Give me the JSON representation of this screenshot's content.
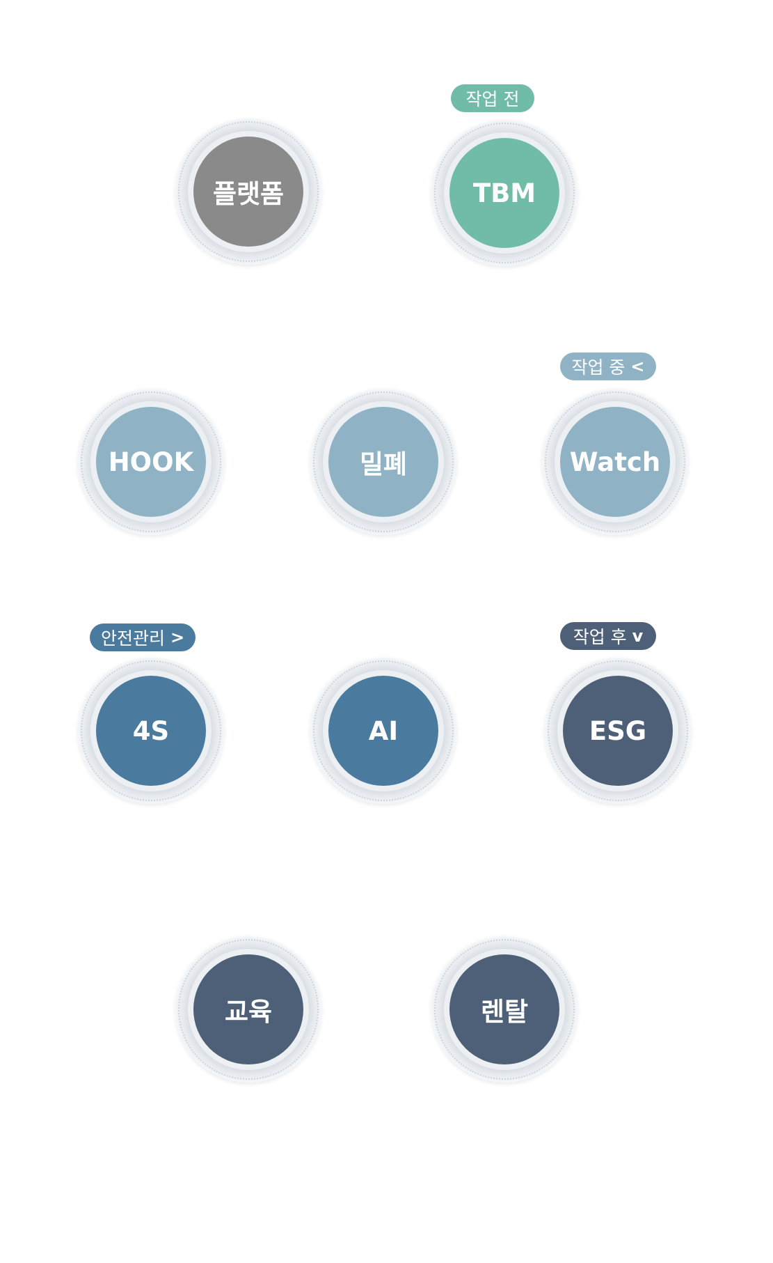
{
  "nodes": {
    "platform": {
      "label": "플랫폼"
    },
    "tbm": {
      "label": "TBM"
    },
    "hook": {
      "label": "HOOK"
    },
    "milpye": {
      "label": "밀폐"
    },
    "watch": {
      "label": "Watch"
    },
    "s4": {
      "label": "4S"
    },
    "ai": {
      "label": "AI"
    },
    "esg": {
      "label": "ESG"
    },
    "education": {
      "label": "교육"
    },
    "rental": {
      "label": "렌탈"
    }
  },
  "tags": {
    "before_work": {
      "label": "작업 전"
    },
    "during_work": {
      "label": "작업 중",
      "icon": "chevron-left-icon",
      "glyph": "<"
    },
    "safety_mgmt": {
      "label": "안전관리",
      "icon": "chevron-right-icon",
      "glyph": ">"
    },
    "after_work": {
      "label": "작업 후",
      "icon": "chevron-down-icon",
      "glyph": "v"
    }
  },
  "colors": {
    "gray": "#8a8a8a",
    "green": "#70bca9",
    "light_blue": "#8fb3c4",
    "blue": "#4a7b9f",
    "navy": "#4e6077"
  }
}
